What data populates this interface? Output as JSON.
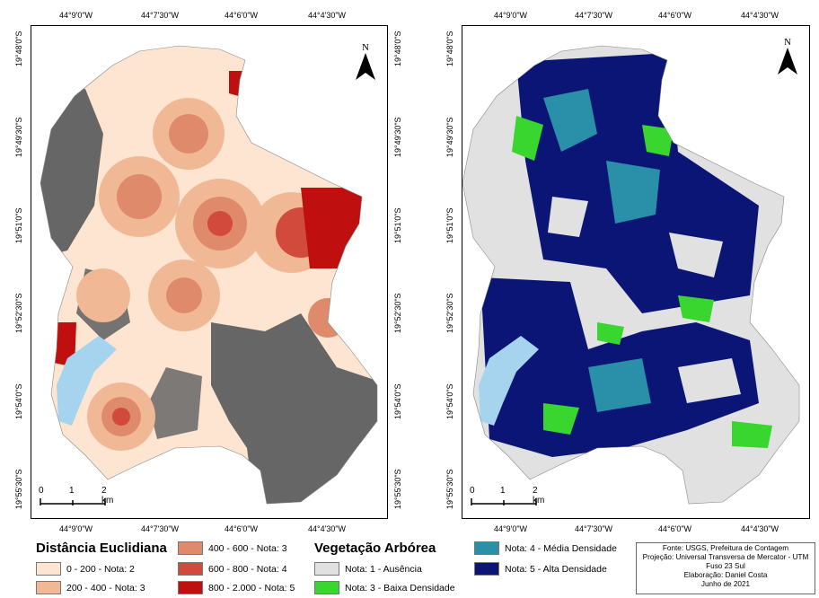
{
  "map_left": {
    "top_labels": [
      "44°9'0\"W",
      "44°7'30\"W",
      "44°6'0\"W",
      "44°4'30\"W"
    ],
    "bottom_labels": [
      "44°9'0\"W",
      "44°7'30\"W",
      "44°6'0\"W",
      "44°4'30\"W"
    ],
    "left_labels": [
      "19°48'0\"S",
      "19°49'30\"S",
      "19°51'0\"S",
      "19°52'30\"S",
      "19°54'0\"S",
      "19°55'30\"S"
    ],
    "right_labels": [
      "19°48'0\"S",
      "19°49'30\"S",
      "19°51'0\"S",
      "19°52'30\"S",
      "19°54'0\"S",
      "19°55'30\"S"
    ],
    "north": "N",
    "scale": [
      "0",
      "1",
      "2 km"
    ]
  },
  "map_right": {
    "top_labels": [
      "44°9'0\"W",
      "44°7'30\"W",
      "44°6'0\"W",
      "44°4'30\"W"
    ],
    "bottom_labels": [
      "44°9'0\"W",
      "44°7'30\"W",
      "44°6'0\"W",
      "44°4'30\"W"
    ],
    "left_labels": [
      "19°48'0\"S",
      "19°49'30\"S",
      "19°51'0\"S",
      "19°52'30\"S",
      "19°54'0\"S",
      "19°55'30\"S"
    ],
    "north": "N",
    "scale": [
      "0",
      "1",
      "2 km"
    ]
  },
  "legend_distance": {
    "title": "Distância Euclidiana",
    "items": [
      {
        "label": "0 - 200 - Nota: 2",
        "color": "#fde5d2"
      },
      {
        "label": "200 - 400 - Nota: 3",
        "color": "#f1b896"
      },
      {
        "label": "400 - 600 - Nota: 3",
        "color": "#e08a6c"
      },
      {
        "label": "600 - 800 - Nota: 4",
        "color": "#d24a3c"
      },
      {
        "label": "800 - 2.000 - Nota: 5",
        "color": "#c00f0f"
      }
    ]
  },
  "legend_vegetation": {
    "title": "Vegetação Arbórea",
    "items": [
      {
        "label": "Nota: 1 - Ausência",
        "color": "#e1e1e1"
      },
      {
        "label": "Nota: 3 - Baixa Densidade",
        "color": "#38d62e"
      },
      {
        "label": "Nota: 4 - Média Densidade",
        "color": "#2a8fa8"
      },
      {
        "label": "Nota: 5 - Alta Densidade",
        "color": "#0b1575"
      }
    ]
  },
  "credits": [
    "Fonte: USGS, Prefeitura de Contagem",
    "Projeção: Universal Transversa de Mercator - UTM",
    "Fuso 23 Sul",
    "Elaboração: Daniel Costa",
    "Junho de 2021"
  ],
  "colors": {
    "urban": "#666666",
    "water": "#a6d4ee",
    "boundary_out": "#ffffff"
  }
}
